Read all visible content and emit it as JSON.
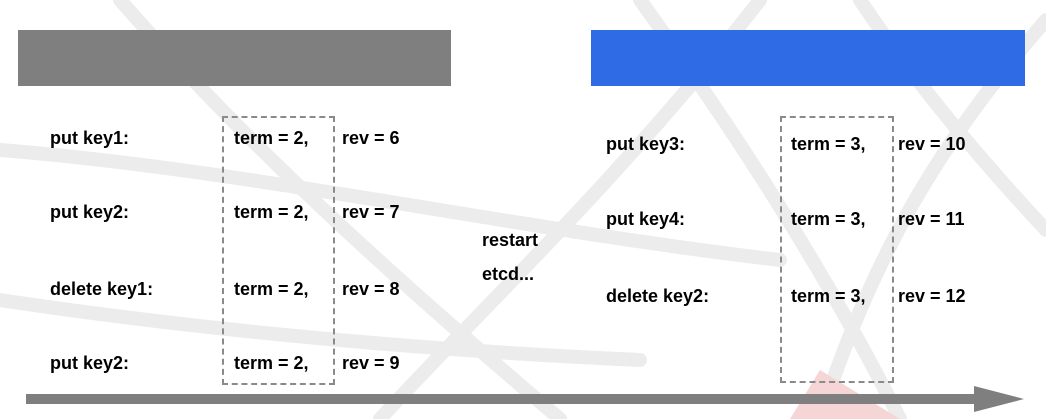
{
  "colors": {
    "left_bar": "#7f7f7f",
    "right_bar": "#2f6be4",
    "text": "#000000",
    "dash": "#8a8a8a",
    "arrow": "#7f7f7f",
    "bg_lines": "#ececec",
    "bg_accent": "#f5d5d5"
  },
  "left_panel": {
    "rows": [
      {
        "op": "put key1:",
        "term": "term = 2,",
        "rev": "rev = 6"
      },
      {
        "op": "put key2:",
        "term": "term = 2,",
        "rev": "rev = 7"
      },
      {
        "op": "delete key1:",
        "term": "term = 2,",
        "rev": "rev = 8"
      },
      {
        "op": "put key2:",
        "term": "term = 2,",
        "rev": "rev = 9"
      }
    ]
  },
  "middle": {
    "line1": "restart",
    "line2": "etcd..."
  },
  "right_panel": {
    "rows": [
      {
        "op": "put key3:",
        "term": "term = 3,",
        "rev": "rev = 10"
      },
      {
        "op": "put key4:",
        "term": "term = 3,",
        "rev": "rev = 11"
      },
      {
        "op": "delete key2:",
        "term": "term = 3,",
        "rev": "rev = 12"
      }
    ]
  }
}
